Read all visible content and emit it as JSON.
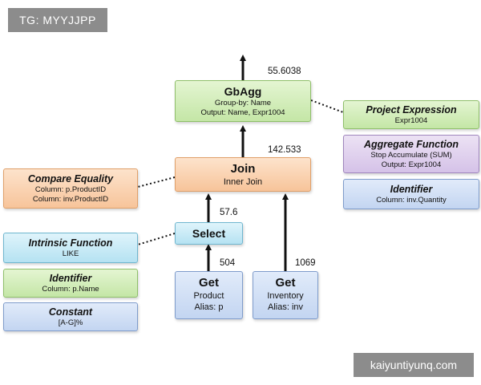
{
  "watermark_top": "TG: MYYJJPP",
  "watermark_bottom": "kaiyuntiyunq.com",
  "numbers": {
    "gbagg_out": "55.6038",
    "join_out": "142.533",
    "select_out": "57.6",
    "get_product_out": "504",
    "get_inventory_out": "1069"
  },
  "gbagg": {
    "title": "GbAgg",
    "line1": "Group-by: Name",
    "line2": "Output: Name, Expr1004"
  },
  "join": {
    "title": "Join",
    "line1": "Inner Join"
  },
  "select": {
    "title": "Select"
  },
  "get_product": {
    "title": "Get",
    "line1": "Product",
    "line2": "Alias: p"
  },
  "get_inventory": {
    "title": "Get",
    "line1": "Inventory",
    "line2": "Alias: inv"
  },
  "project_expression": {
    "title": "Project Expression",
    "line1": "Expr1004"
  },
  "aggregate_function": {
    "title": "Aggregate Function",
    "line1": "Stop Accumulate (SUM)",
    "line2": "Output: Expr1004"
  },
  "identifier_qty": {
    "title": "Identifier",
    "line1": "Column: inv.Quantity"
  },
  "compare_equality": {
    "title": "Compare Equality",
    "line1": "Column: p.ProductID",
    "line2": "Column: inv.ProductID"
  },
  "intrinsic_function": {
    "title": "Intrinsic Function",
    "line1": "LIKE"
  },
  "identifier_name": {
    "title": "Identifier",
    "line1": "Column: p.Name"
  },
  "constant": {
    "title": "Constant",
    "line1": "[A-G]%"
  }
}
